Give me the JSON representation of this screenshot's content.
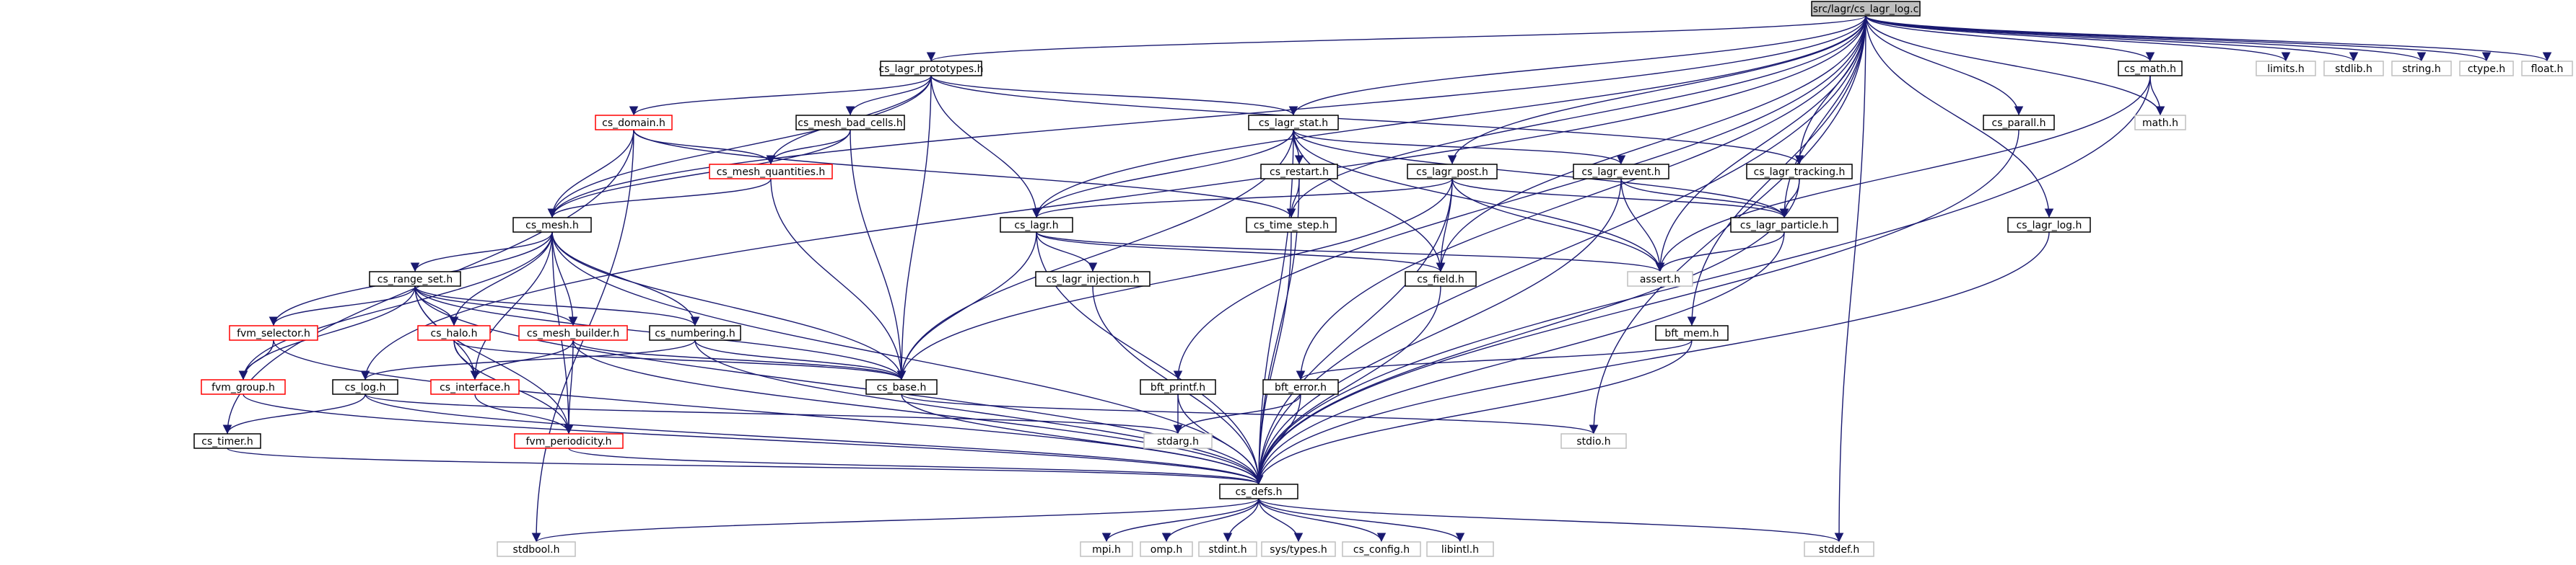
{
  "nodes": [
    {
      "id": "root",
      "label": "src/lagr/cs_lagr_log.c",
      "kind": "root"
    },
    {
      "id": "n_proto",
      "label": "cs_lagr_prototypes.h",
      "kind": "doc"
    },
    {
      "id": "n_math",
      "label": "cs_math.h",
      "kind": "doc"
    },
    {
      "id": "n_limits",
      "label": "limits.h",
      "kind": "sys"
    },
    {
      "id": "n_stdlib",
      "label": "stdlib.h",
      "kind": "sys"
    },
    {
      "id": "n_string",
      "label": "string.h",
      "kind": "sys"
    },
    {
      "id": "n_ctype",
      "label": "ctype.h",
      "kind": "sys"
    },
    {
      "id": "n_float",
      "label": "float.h",
      "kind": "sys"
    },
    {
      "id": "n_domain",
      "label": "cs_domain.h",
      "kind": "trunc"
    },
    {
      "id": "n_badcells",
      "label": "cs_mesh_bad_cells.h",
      "kind": "doc"
    },
    {
      "id": "n_lstat",
      "label": "cs_lagr_stat.h",
      "kind": "doc"
    },
    {
      "id": "n_parall",
      "label": "cs_parall.h",
      "kind": "doc"
    },
    {
      "id": "n_mathh",
      "label": "math.h",
      "kind": "sys"
    },
    {
      "id": "n_mq",
      "label": "cs_mesh_quantities.h",
      "kind": "trunc"
    },
    {
      "id": "n_restart",
      "label": "cs_restart.h",
      "kind": "doc"
    },
    {
      "id": "n_lpost",
      "label": "cs_lagr_post.h",
      "kind": "doc"
    },
    {
      "id": "n_levent",
      "label": "cs_lagr_event.h",
      "kind": "doc"
    },
    {
      "id": "n_ltrack",
      "label": "cs_lagr_tracking.h",
      "kind": "doc"
    },
    {
      "id": "n_mesh",
      "label": "cs_mesh.h",
      "kind": "doc"
    },
    {
      "id": "n_timestep",
      "label": "cs_time_step.h",
      "kind": "doc"
    },
    {
      "id": "n_lagr",
      "label": "cs_lagr.h",
      "kind": "doc"
    },
    {
      "id": "n_lpart",
      "label": "cs_lagr_particle.h",
      "kind": "doc"
    },
    {
      "id": "n_llog",
      "label": "cs_lagr_log.h",
      "kind": "doc"
    },
    {
      "id": "n_rangeset",
      "label": "cs_range_set.h",
      "kind": "doc"
    },
    {
      "id": "n_linj",
      "label": "cs_lagr_injection.h",
      "kind": "doc"
    },
    {
      "id": "n_field",
      "label": "cs_field.h",
      "kind": "doc"
    },
    {
      "id": "n_assert",
      "label": "assert.h",
      "kind": "sys"
    },
    {
      "id": "n_fvmsel",
      "label": "fvm_selector.h",
      "kind": "trunc"
    },
    {
      "id": "n_halo",
      "label": "cs_halo.h",
      "kind": "trunc"
    },
    {
      "id": "n_mbuild",
      "label": "cs_mesh_builder.h",
      "kind": "trunc"
    },
    {
      "id": "n_numbering",
      "label": "cs_numbering.h",
      "kind": "doc"
    },
    {
      "id": "n_bftmem",
      "label": "bft_mem.h",
      "kind": "doc"
    },
    {
      "id": "n_fvmgroup",
      "label": "fvm_group.h",
      "kind": "trunc"
    },
    {
      "id": "n_log",
      "label": "cs_log.h",
      "kind": "doc"
    },
    {
      "id": "n_interface",
      "label": "cs_interface.h",
      "kind": "trunc"
    },
    {
      "id": "n_base",
      "label": "cs_base.h",
      "kind": "doc"
    },
    {
      "id": "n_bftprintf",
      "label": "bft_printf.h",
      "kind": "doc"
    },
    {
      "id": "n_bfterror",
      "label": "bft_error.h",
      "kind": "doc"
    },
    {
      "id": "n_timer",
      "label": "cs_timer.h",
      "kind": "doc"
    },
    {
      "id": "n_fvmper",
      "label": "fvm_periodicity.h",
      "kind": "trunc"
    },
    {
      "id": "n_stdarg",
      "label": "stdarg.h",
      "kind": "sys"
    },
    {
      "id": "n_stdio",
      "label": "stdio.h",
      "kind": "sys"
    },
    {
      "id": "n_defs",
      "label": "cs_defs.h",
      "kind": "doc"
    },
    {
      "id": "n_stdbool",
      "label": "stdbool.h",
      "kind": "sys"
    },
    {
      "id": "n_mpi",
      "label": "mpi.h",
      "kind": "sys"
    },
    {
      "id": "n_omp",
      "label": "omp.h",
      "kind": "sys"
    },
    {
      "id": "n_stdint",
      "label": "stdint.h",
      "kind": "sys"
    },
    {
      "id": "n_systypes",
      "label": "sys/types.h",
      "kind": "sys"
    },
    {
      "id": "n_config",
      "label": "cs_config.h",
      "kind": "sys"
    },
    {
      "id": "n_libintl",
      "label": "libintl.h",
      "kind": "sys"
    },
    {
      "id": "n_stddef",
      "label": "stddef.h",
      "kind": "sys"
    }
  ],
  "edges": [
    [
      "root",
      "n_proto"
    ],
    [
      "root",
      "n_math"
    ],
    [
      "root",
      "n_limits"
    ],
    [
      "root",
      "n_stdlib"
    ],
    [
      "root",
      "n_string"
    ],
    [
      "root",
      "n_ctype"
    ],
    [
      "root",
      "n_float"
    ],
    [
      "root",
      "n_lstat"
    ],
    [
      "root",
      "n_parall"
    ],
    [
      "root",
      "n_mathh"
    ],
    [
      "root",
      "n_lpost"
    ],
    [
      "root",
      "n_ltrack"
    ],
    [
      "root",
      "n_mesh"
    ],
    [
      "root",
      "n_timestep"
    ],
    [
      "root",
      "n_lagr"
    ],
    [
      "root",
      "n_lpart"
    ],
    [
      "root",
      "n_llog"
    ],
    [
      "root",
      "n_field"
    ],
    [
      "root",
      "n_assert"
    ],
    [
      "root",
      "n_bftmem"
    ],
    [
      "root",
      "n_log"
    ],
    [
      "root",
      "n_bftprintf"
    ],
    [
      "root",
      "n_bfterror"
    ],
    [
      "root",
      "n_stdio"
    ],
    [
      "root",
      "n_defs"
    ],
    [
      "root",
      "n_stddef"
    ],
    [
      "n_proto",
      "n_domain"
    ],
    [
      "n_proto",
      "n_badcells"
    ],
    [
      "n_proto",
      "n_lstat"
    ],
    [
      "n_proto",
      "n_mq"
    ],
    [
      "n_proto",
      "n_mesh"
    ],
    [
      "n_proto",
      "n_lagr"
    ],
    [
      "n_proto",
      "n_ltrack"
    ],
    [
      "n_proto",
      "n_base"
    ],
    [
      "n_math",
      "n_mathh"
    ],
    [
      "n_math",
      "n_assert"
    ],
    [
      "n_math",
      "n_defs"
    ],
    [
      "n_domain",
      "n_mq"
    ],
    [
      "n_domain",
      "n_mesh"
    ],
    [
      "n_domain",
      "n_timestep"
    ],
    [
      "n_domain",
      "n_timer"
    ],
    [
      "n_domain",
      "n_stdbool"
    ],
    [
      "n_badcells",
      "n_mq"
    ],
    [
      "n_badcells",
      "n_mesh"
    ],
    [
      "n_badcells",
      "n_base"
    ],
    [
      "n_lstat",
      "n_restart"
    ],
    [
      "n_lstat",
      "n_levent"
    ],
    [
      "n_lstat",
      "n_lagr"
    ],
    [
      "n_lstat",
      "n_lpart"
    ],
    [
      "n_lstat",
      "n_field"
    ],
    [
      "n_lstat",
      "n_assert"
    ],
    [
      "n_lstat",
      "n_base"
    ],
    [
      "n_lstat",
      "n_defs"
    ],
    [
      "n_parall",
      "n_defs"
    ],
    [
      "n_mq",
      "n_mesh"
    ],
    [
      "n_mq",
      "n_base"
    ],
    [
      "n_restart",
      "n_timestep"
    ],
    [
      "n_restart",
      "n_defs"
    ],
    [
      "n_lpost",
      "n_lagr"
    ],
    [
      "n_lpost",
      "n_lpart"
    ],
    [
      "n_lpost",
      "n_field"
    ],
    [
      "n_lpost",
      "n_assert"
    ],
    [
      "n_lpost",
      "n_base"
    ],
    [
      "n_lpost",
      "n_defs"
    ],
    [
      "n_levent",
      "n_lpart"
    ],
    [
      "n_levent",
      "n_assert"
    ],
    [
      "n_levent",
      "n_defs"
    ],
    [
      "n_ltrack",
      "n_lpart"
    ],
    [
      "n_ltrack",
      "n_defs"
    ],
    [
      "n_mesh",
      "n_rangeset"
    ],
    [
      "n_mesh",
      "n_fvmsel"
    ],
    [
      "n_mesh",
      "n_halo"
    ],
    [
      "n_mesh",
      "n_mbuild"
    ],
    [
      "n_mesh",
      "n_numbering"
    ],
    [
      "n_mesh",
      "n_fvmgroup"
    ],
    [
      "n_mesh",
      "n_interface"
    ],
    [
      "n_mesh",
      "n_base"
    ],
    [
      "n_mesh",
      "n_fvmper"
    ],
    [
      "n_mesh",
      "n_defs"
    ],
    [
      "n_timestep",
      "n_defs"
    ],
    [
      "n_lagr",
      "n_linj"
    ],
    [
      "n_lagr",
      "n_field"
    ],
    [
      "n_lagr",
      "n_assert"
    ],
    [
      "n_lagr",
      "n_base"
    ],
    [
      "n_lagr",
      "n_defs"
    ],
    [
      "n_lpart",
      "n_assert"
    ],
    [
      "n_lpart",
      "n_defs"
    ],
    [
      "n_llog",
      "n_defs"
    ],
    [
      "n_rangeset",
      "n_fvmsel"
    ],
    [
      "n_rangeset",
      "n_halo"
    ],
    [
      "n_rangeset",
      "n_mbuild"
    ],
    [
      "n_rangeset",
      "n_numbering"
    ],
    [
      "n_rangeset",
      "n_fvmgroup"
    ],
    [
      "n_rangeset",
      "n_interface"
    ],
    [
      "n_rangeset",
      "n_base"
    ],
    [
      "n_rangeset",
      "n_fvmper"
    ],
    [
      "n_rangeset",
      "n_defs"
    ],
    [
      "n_linj",
      "n_defs"
    ],
    [
      "n_field",
      "n_defs"
    ],
    [
      "n_fvmsel",
      "n_fvmgroup"
    ],
    [
      "n_fvmsel",
      "n_defs"
    ],
    [
      "n_halo",
      "n_interface"
    ],
    [
      "n_halo",
      "n_fvmper"
    ],
    [
      "n_halo",
      "n_base"
    ],
    [
      "n_mbuild",
      "n_interface"
    ],
    [
      "n_mbuild",
      "n_fvmper"
    ],
    [
      "n_mbuild",
      "n_base"
    ],
    [
      "n_mbuild",
      "n_defs"
    ],
    [
      "n_numbering",
      "n_log"
    ],
    [
      "n_numbering",
      "n_base"
    ],
    [
      "n_numbering",
      "n_defs"
    ],
    [
      "n_bftmem",
      "n_bfterror"
    ],
    [
      "n_bftmem",
      "n_defs"
    ],
    [
      "n_fvmgroup",
      "n_defs"
    ],
    [
      "n_log",
      "n_timer"
    ],
    [
      "n_log",
      "n_stdarg"
    ],
    [
      "n_log",
      "n_defs"
    ],
    [
      "n_interface",
      "n_fvmper"
    ],
    [
      "n_base",
      "n_stdio"
    ],
    [
      "n_base",
      "n_defs"
    ],
    [
      "n_bftprintf",
      "n_stdarg"
    ],
    [
      "n_bftprintf",
      "n_defs"
    ],
    [
      "n_bfterror",
      "n_stdarg"
    ],
    [
      "n_bfterror",
      "n_defs"
    ],
    [
      "n_timer",
      "n_defs"
    ],
    [
      "n_fvmper",
      "n_defs"
    ],
    [
      "n_defs",
      "n_stdbool"
    ],
    [
      "n_defs",
      "n_mpi"
    ],
    [
      "n_defs",
      "n_omp"
    ],
    [
      "n_defs",
      "n_stdint"
    ],
    [
      "n_defs",
      "n_systypes"
    ],
    [
      "n_defs",
      "n_config"
    ],
    [
      "n_defs",
      "n_libintl"
    ],
    [
      "n_defs",
      "n_stddef"
    ]
  ],
  "colors": {
    "edge": "#191970",
    "doc_border": "#000000",
    "doc_fill": "#ffffff",
    "trunc_border": "#ff0000",
    "sys_border": "#bfbfbf",
    "root_fill": "#bfbfbf",
    "text": "#000000",
    "sys_text": "#000000"
  }
}
